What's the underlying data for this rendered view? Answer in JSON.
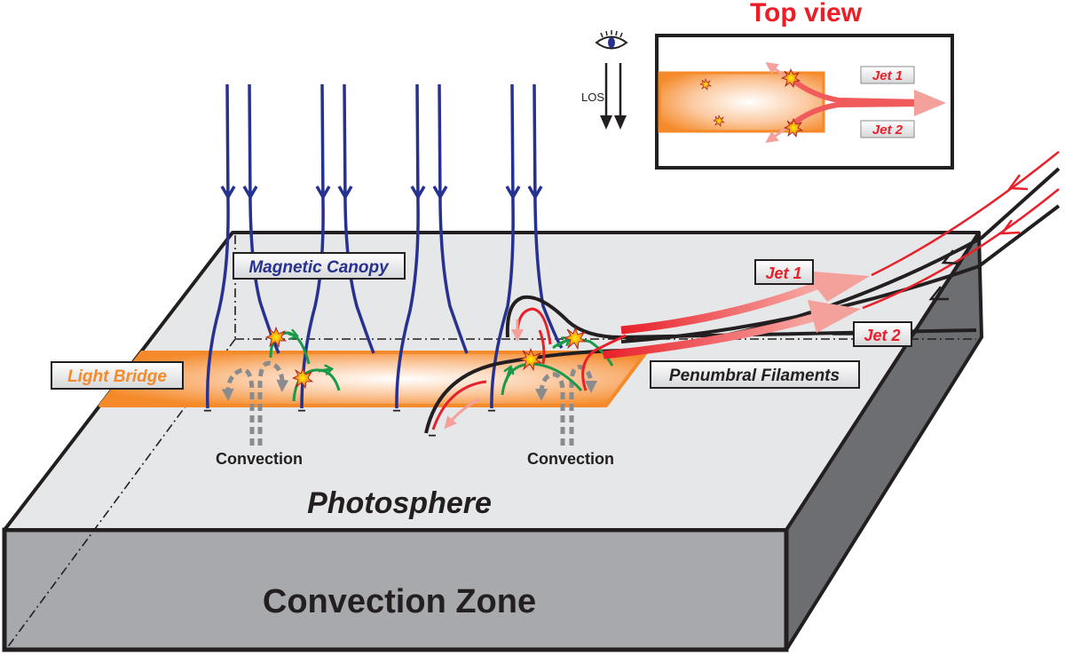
{
  "title": "Top view",
  "inset": {
    "los_label": "LOS",
    "jet1_label": "Jet 1",
    "jet2_label": "Jet 2"
  },
  "labels": {
    "magnetic_canopy": "Magnetic Canopy",
    "light_bridge": "Light Bridge",
    "penumbral_filaments": "Penumbral Filaments",
    "jet1": "Jet 1",
    "jet2": "Jet 2",
    "convection_left": "Convection",
    "convection_right": "Convection",
    "photosphere": "Photosphere",
    "convection_zone": "Convection Zone"
  },
  "polarity_marks": [
    "−",
    "−",
    "−",
    "−",
    "−"
  ],
  "colors": {
    "field_line_blue": "#27318f",
    "jet_red": "#e8202a",
    "jet_arrow_pink": "#f4a19c",
    "light_bridge_orange": "#f58a2a",
    "green_loop": "#1a9a48",
    "convection_gray": "#8a8b8e",
    "top_face": "#e6e7e8",
    "front_face": "#a7a9ac",
    "side_face": "#6d6e71",
    "title_red": "#ee1c25",
    "canopy_text": "#27318f",
    "bridge_text": "#f58a2a"
  },
  "icons": [
    "eye-icon",
    "los-arrow-icon",
    "explosion-icon"
  ]
}
